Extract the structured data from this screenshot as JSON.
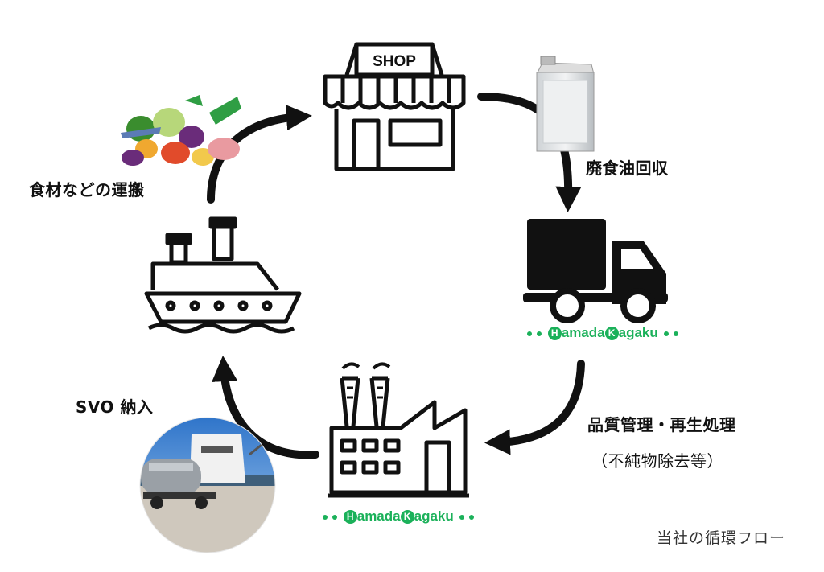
{
  "shop_sign": "SHOP",
  "labels": {
    "transport": "食材などの運搬",
    "oil_collection": "廃食油回収",
    "quality": "品質管理・再生処理",
    "impurity": "（不純物除去等）",
    "svo": "SVO 納入"
  },
  "brand": {
    "prefix": "H",
    "mid": "amada",
    "k": "K",
    "suffix": "agaku"
  },
  "caption": "当社の循環フロー",
  "icons": [
    "vegetables-icon",
    "shop-icon",
    "oil-can-icon",
    "truck-icon",
    "factory-icon",
    "ship-icon",
    "tanker-photo"
  ]
}
